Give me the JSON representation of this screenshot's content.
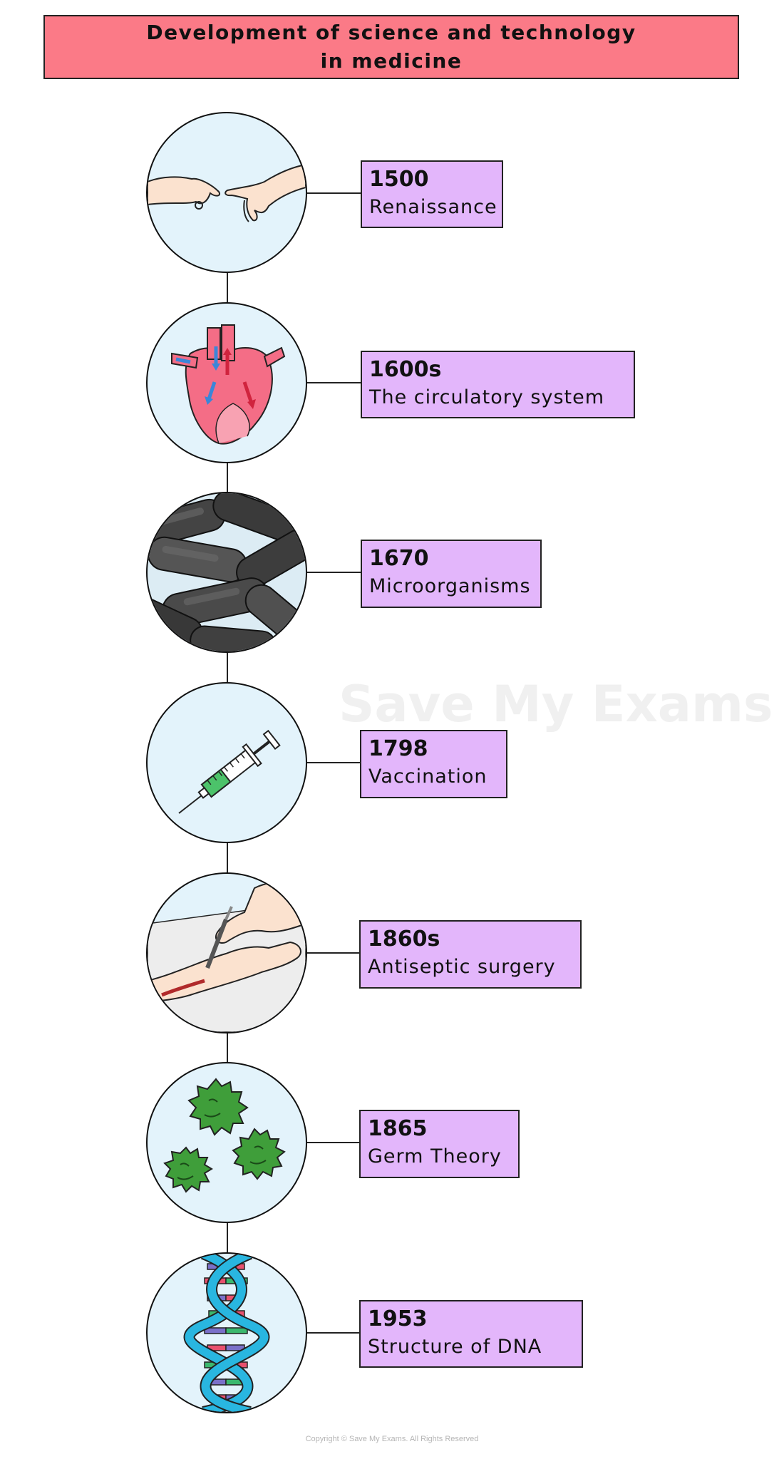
{
  "title": {
    "line1": "Development of science and technology",
    "line2": "in medicine"
  },
  "events": [
    {
      "year": "1500",
      "label": "Renaissance",
      "icon": "reaching-hands-icon"
    },
    {
      "year": "1600s",
      "label": "The circulatory system",
      "icon": "heart-icon"
    },
    {
      "year": "1670",
      "label": "Microorganisms",
      "icon": "bacteria-icon"
    },
    {
      "year": "1798",
      "label": "Vaccination",
      "icon": "syringe-icon"
    },
    {
      "year": "1860s",
      "label": "Antiseptic surgery",
      "icon": "scalpel-surgery-icon"
    },
    {
      "year": "1865",
      "label": "Germ Theory",
      "icon": "germ-icon"
    },
    {
      "year": "1953",
      "label": "Structure of DNA",
      "icon": "dna-helix-icon"
    }
  ],
  "watermark": "Save My Exams",
  "copyright": "Copyright © Save My Exams. All Rights Reserved",
  "colors": {
    "title_bg": "#fb7a87",
    "label_bg": "#e3b6fb",
    "circle_bg": "#e3f3fb",
    "germ_green": "#3f9e3a"
  }
}
